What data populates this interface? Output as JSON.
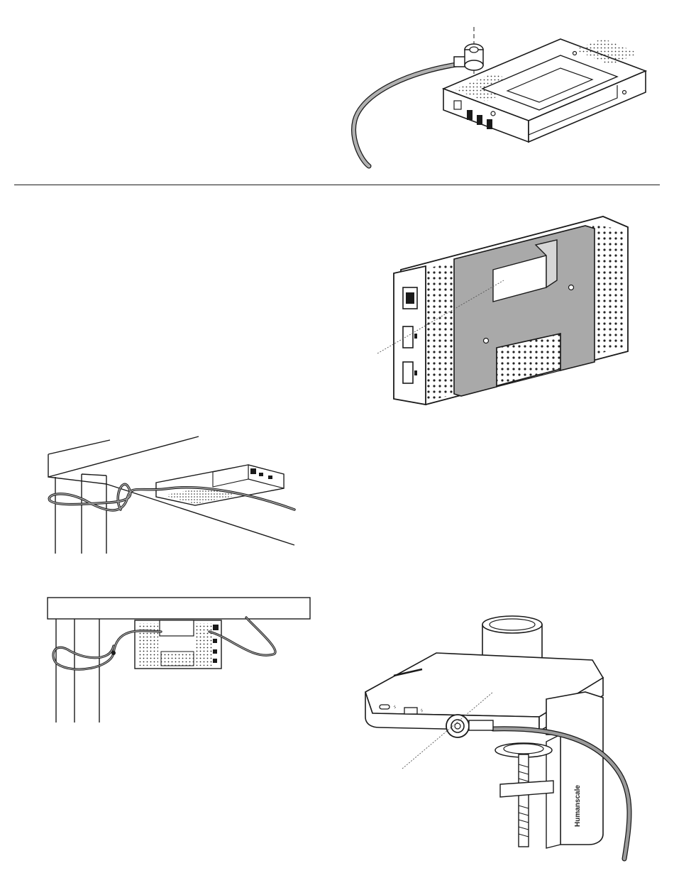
{
  "figures": {
    "hub_lock_closeup": {
      "icon": "hub-cable-lock-illustration"
    },
    "hub_bracket": {
      "icon": "hub-mounting-bracket-illustration"
    },
    "desk_perspective": {
      "icon": "desk-underside-lock-illustration"
    },
    "desk_front": {
      "icon": "desk-front-lock-illustration"
    },
    "clamp_lock": {
      "icon": "clamp-cable-lock-illustration",
      "brand_label": "Humanscale"
    }
  },
  "colors": {
    "line": "#1a1a1a",
    "bracket_gray": "#a9a9a9",
    "cable_gray": "#9a9a9a",
    "background": "#ffffff"
  }
}
